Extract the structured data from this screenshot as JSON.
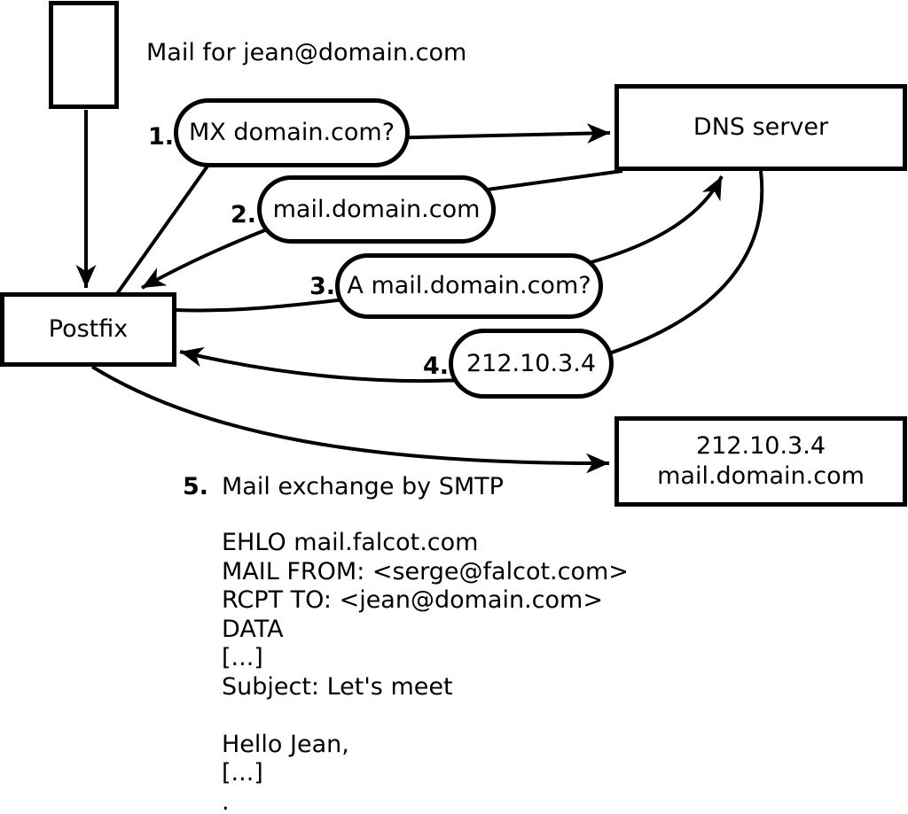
{
  "diagram": {
    "title_note": "Mail for jean@domain.com",
    "nodes": {
      "postfix": "Postfix",
      "dns_server": "DNS server",
      "mail_server_line1": "212.10.3.4",
      "mail_server_line2": "mail.domain.com"
    },
    "steps": [
      {
        "num": "1.",
        "label": "MX domain.com?"
      },
      {
        "num": "2.",
        "label": "mail.domain.com"
      },
      {
        "num": "3.",
        "label": "A mail.domain.com?"
      },
      {
        "num": "4.",
        "label": "212.10.3.4"
      },
      {
        "num": "5.",
        "label": "Mail exchange by SMTP"
      }
    ],
    "smtp_transcript": [
      "EHLO mail.falcot.com",
      "MAIL FROM: <serge@falcot.com>",
      "RCPT TO: <jean@domain.com>",
      "DATA",
      "[...]",
      "Subject: Let's meet",
      "",
      "Hello Jean,",
      "[...]",
      "."
    ],
    "colors": {
      "ink": "#000000",
      "background": "#ffffff"
    }
  }
}
